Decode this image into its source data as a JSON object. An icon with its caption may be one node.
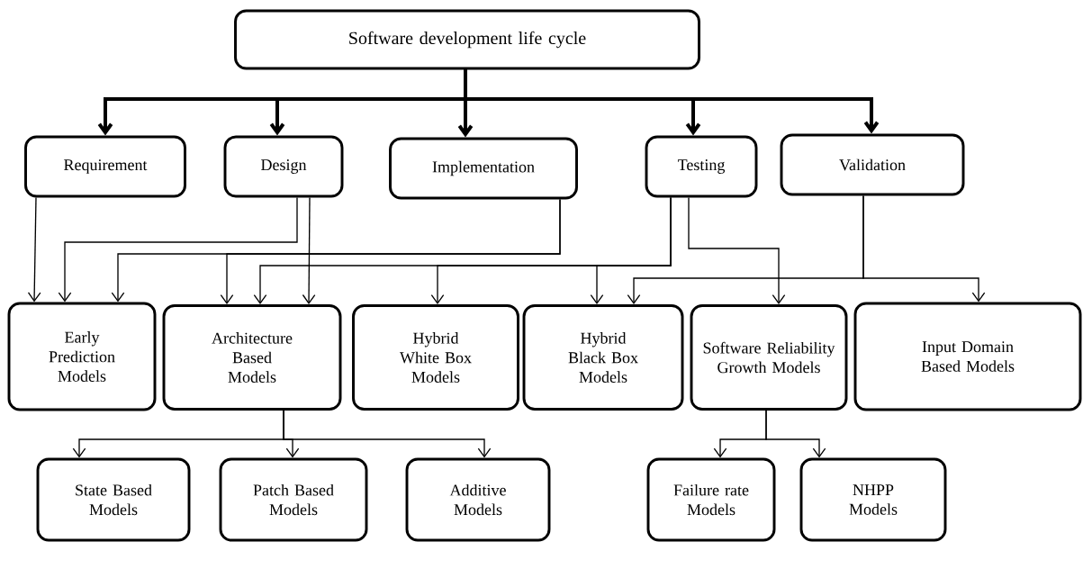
{
  "diagram": {
    "nodes": [
      {
        "text": [
          "Software development life cycle"
        ]
      },
      {
        "text": [
          "Requirement"
        ]
      },
      {
        "text": [
          "Design"
        ]
      },
      {
        "text": [
          "Implementation"
        ]
      },
      {
        "text": [
          "Testing"
        ]
      },
      {
        "text": [
          "Validation"
        ]
      },
      {
        "text": [
          "Early Prediction Models"
        ]
      },
      {
        "text": [
          "Architecture Based Models"
        ]
      },
      {
        "text": [
          "Hybrid White Box Models"
        ]
      },
      {
        "text": [
          "Hybrid Black Box Models"
        ]
      },
      {
        "text": [
          "Software Reliability Growth Models"
        ]
      },
      {
        "text": [
          "Input Domain Based Models"
        ]
      },
      {
        "text": [
          "State Based Models"
        ]
      },
      {
        "text": [
          "Patch Based Models"
        ]
      },
      {
        "text": [
          "Additive Models"
        ]
      },
      {
        "text": [
          "Failure rate Models"
        ]
      },
      {
        "text": [
          "NHPP Models"
        ]
      }
    ],
    "edges": [
      {
        "from": 0,
        "to": 1,
        "arrow": "to",
        "style": "thick"
      },
      {
        "from": 0,
        "to": 2,
        "arrow": "to",
        "style": "thick"
      },
      {
        "from": 0,
        "to": 3,
        "arrow": "to",
        "style": "thick"
      },
      {
        "from": 0,
        "to": 4,
        "arrow": "to",
        "style": "thick"
      },
      {
        "from": 0,
        "to": 5,
        "arrow": "to",
        "style": "thick"
      },
      {
        "from": 1,
        "to": 6,
        "arrow": "to"
      },
      {
        "from": 2,
        "to": 6,
        "arrow": "to"
      },
      {
        "from": 2,
        "to": 7,
        "arrow": "to"
      },
      {
        "from": 3,
        "to": 6,
        "arrow": "to"
      },
      {
        "from": 3,
        "to": 7,
        "arrow": "to"
      },
      {
        "from": 4,
        "to": 7,
        "arrow": "to"
      },
      {
        "from": 4,
        "to": 8,
        "arrow": "to"
      },
      {
        "from": 4,
        "to": 9,
        "arrow": "to"
      },
      {
        "from": 4,
        "to": 10,
        "arrow": "to"
      },
      {
        "from": 5,
        "to": 9,
        "arrow": "to"
      },
      {
        "from": 5,
        "to": 11,
        "arrow": "to"
      },
      {
        "from": 7,
        "to": 12,
        "arrow": "to"
      },
      {
        "from": 7,
        "to": 13,
        "arrow": "to"
      },
      {
        "from": 7,
        "to": 14,
        "arrow": "to"
      },
      {
        "from": 10,
        "to": 15,
        "arrow": "to"
      },
      {
        "from": 10,
        "to": 16,
        "arrow": "to"
      }
    ]
  }
}
